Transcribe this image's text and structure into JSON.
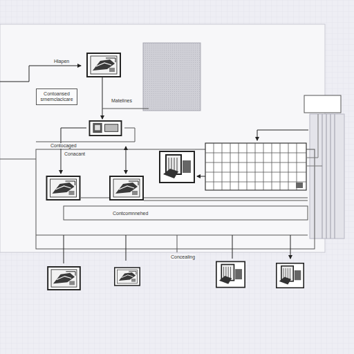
{
  "diagram": {
    "nodes": [
      {
        "text": [
          "Contoansed srnemclaclcare"
        ]
      }
    ],
    "labels": [
      "Hlapen",
      "Matelines",
      "Contocaged",
      "Conacant",
      "Contcomnnehed",
      "Concealing"
    ]
  }
}
